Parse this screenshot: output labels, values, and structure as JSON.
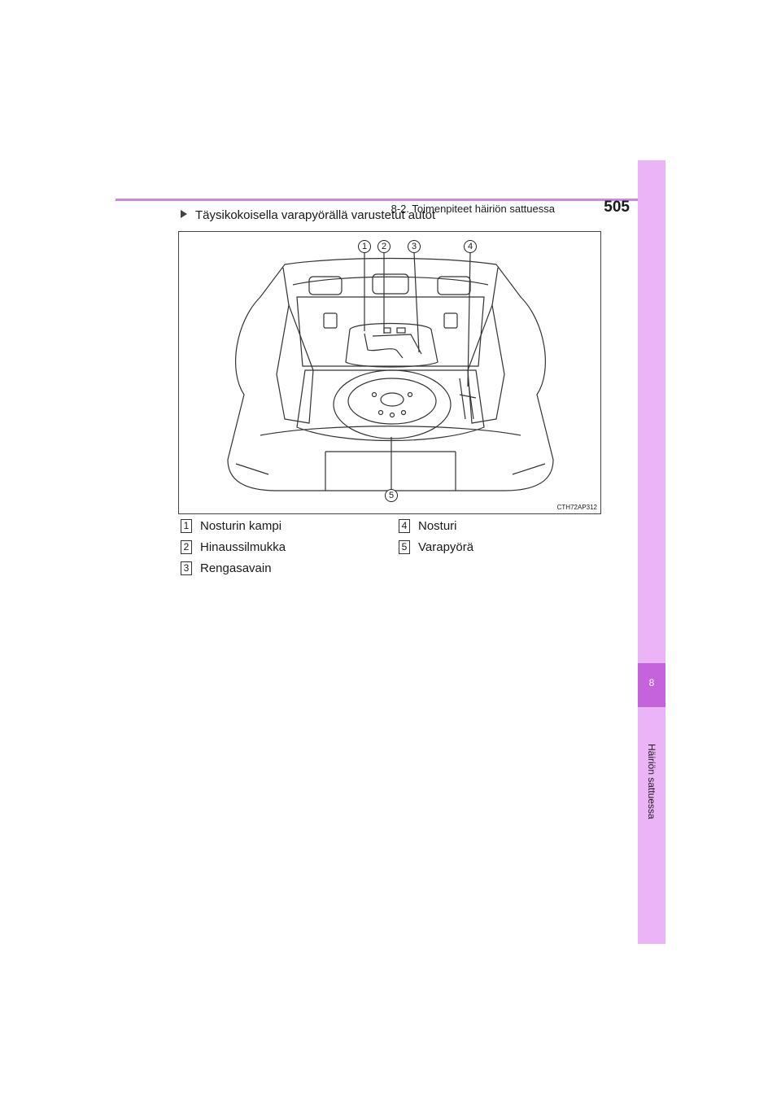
{
  "header": {
    "section_title": "8-2. Toimenpiteet häiriön sattuessa",
    "page_number": "505"
  },
  "side_tab": {
    "chapter_number": "8",
    "chapter_title": "Häiriön sattuessa"
  },
  "section": {
    "heading": "Täysikokoisella varapyörällä varustetut autot"
  },
  "figure": {
    "code": "CTH72AP312",
    "callouts": [
      "1",
      "2",
      "3",
      "4",
      "5"
    ]
  },
  "legend": [
    {
      "num": "1",
      "label": "Nosturin kampi"
    },
    {
      "num": "2",
      "label": "Hinaussilmukka"
    },
    {
      "num": "3",
      "label": "Rengasavain"
    },
    {
      "num": "4",
      "label": "Nosturi"
    },
    {
      "num": "5",
      "label": "Varapyörä"
    }
  ],
  "colors": {
    "accent": "#c98be2",
    "tab": "#eab4f7",
    "tab_dark": "#c463dc"
  }
}
